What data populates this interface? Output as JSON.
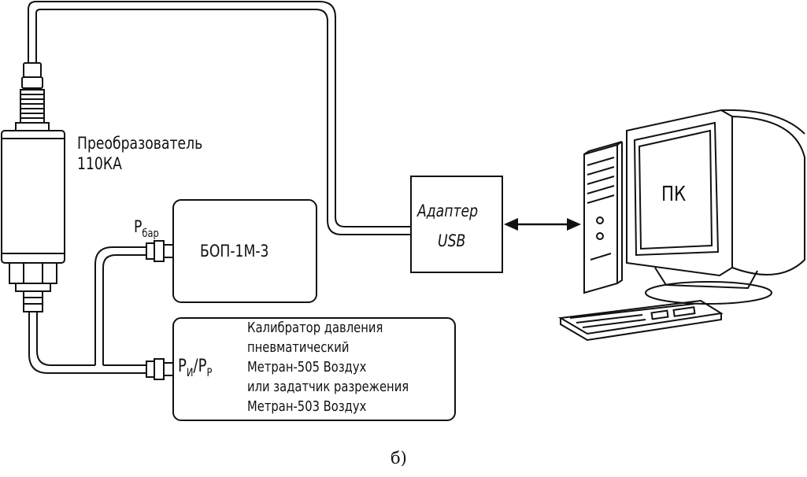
{
  "converter": {
    "line1": "Преобразователь",
    "line2": "110КА"
  },
  "bop": {
    "label": "БОП-1М-3"
  },
  "adapter": {
    "line1": "Адаптер",
    "line2": "USB"
  },
  "pc": {
    "label": "ПК"
  },
  "pressure_bar": {
    "main": "P",
    "sub": "бар"
  },
  "pressure_ip": {
    "p1": "P",
    "s1": "И",
    "slash": "/",
    "p2": "P",
    "s2": "Р"
  },
  "calibrator": {
    "lines": [
      "Калибратор давления",
      "пневматический",
      "Метран-505 Воздух",
      "или задатчик разрежения",
      "Метран-503 Воздух"
    ]
  },
  "caption": "б)"
}
